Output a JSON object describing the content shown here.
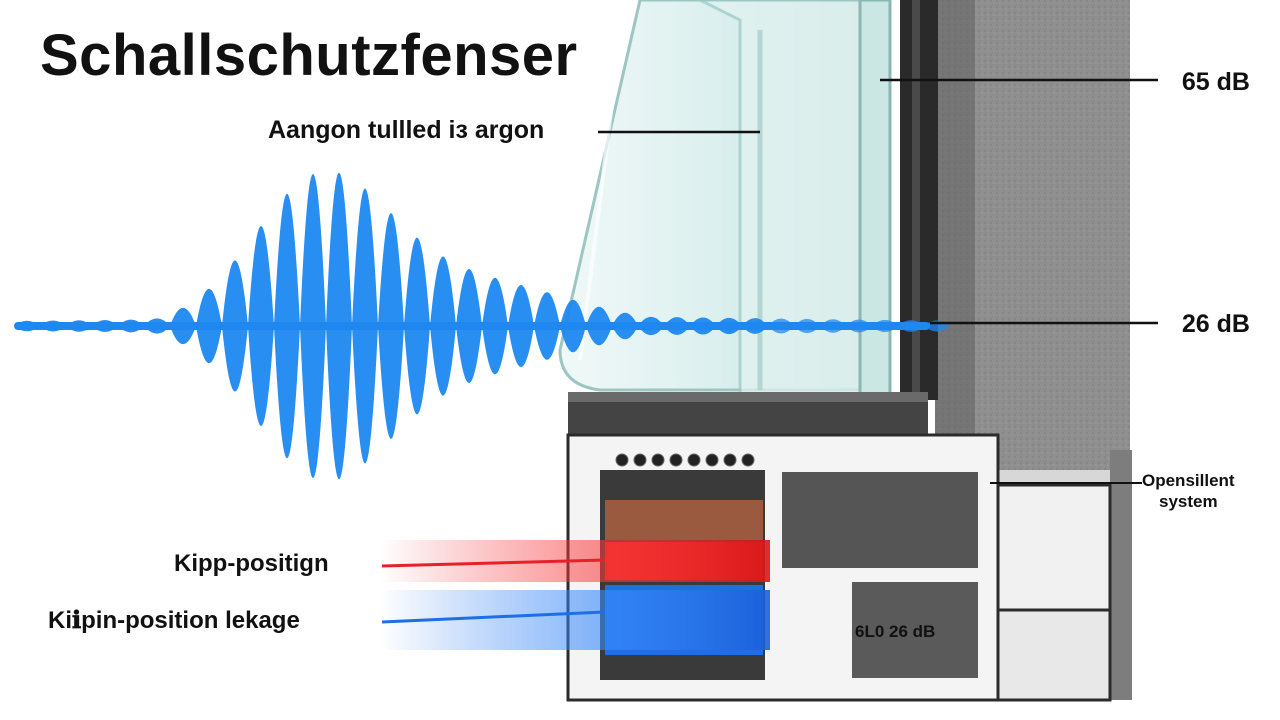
{
  "title": "Schallschutzfenser",
  "labels": {
    "gas_fill": "Aangon tullled iз argon",
    "outside_level": "65 dB",
    "inside_level": "26 dB",
    "seal_system_line1": "Opensillent",
    "seal_system_line2": "system",
    "tilt_position": "Kipp-positign",
    "tilt_leakage": "Kiℹpin-position lekage",
    "frame_rating": "6L0 26 dB"
  },
  "colors": {
    "sound_wave": "#1e88f0",
    "tilt_line": "#e8202a",
    "leak_line": "#1e6ee8",
    "wall": "#8c8c8c",
    "glass": "#cfe9e8",
    "frame": "#f4f4f4"
  }
}
